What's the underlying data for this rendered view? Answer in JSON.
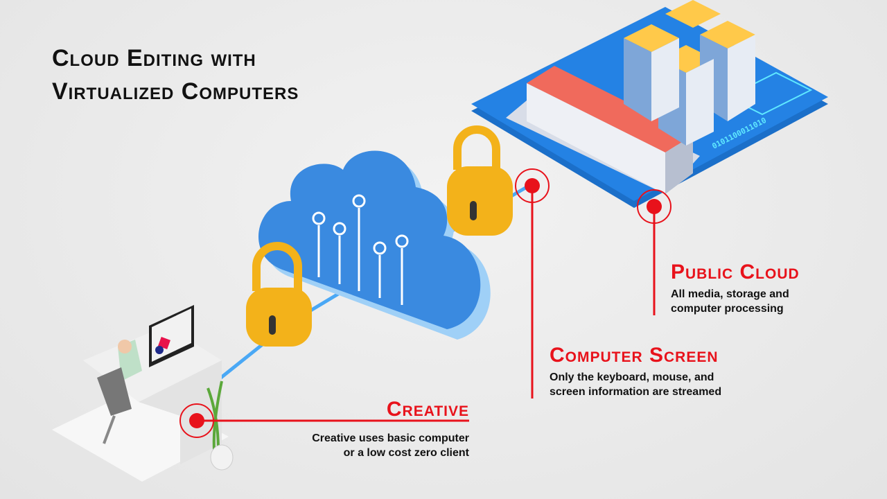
{
  "title": {
    "line1": "Cloud Editing with",
    "line2": "Virtualized Computers"
  },
  "labels": {
    "public_cloud": {
      "heading": "Public Cloud",
      "line1": "All media, storage and",
      "line2": "computer processing"
    },
    "computer_screen": {
      "heading": "Computer Screen",
      "line1": "Only the keyboard, mouse, and",
      "line2": "screen information are streamed"
    },
    "creative": {
      "heading": "Creative",
      "line1": "Creative uses basic computer",
      "line2": "or a low cost zero client"
    }
  },
  "datacenter": {
    "binary": "0101100011010"
  },
  "colors": {
    "accent": "#e8121b",
    "cloud": "#3a8ae0",
    "lock": "#f3b21a",
    "board": "#1e7fe0"
  }
}
